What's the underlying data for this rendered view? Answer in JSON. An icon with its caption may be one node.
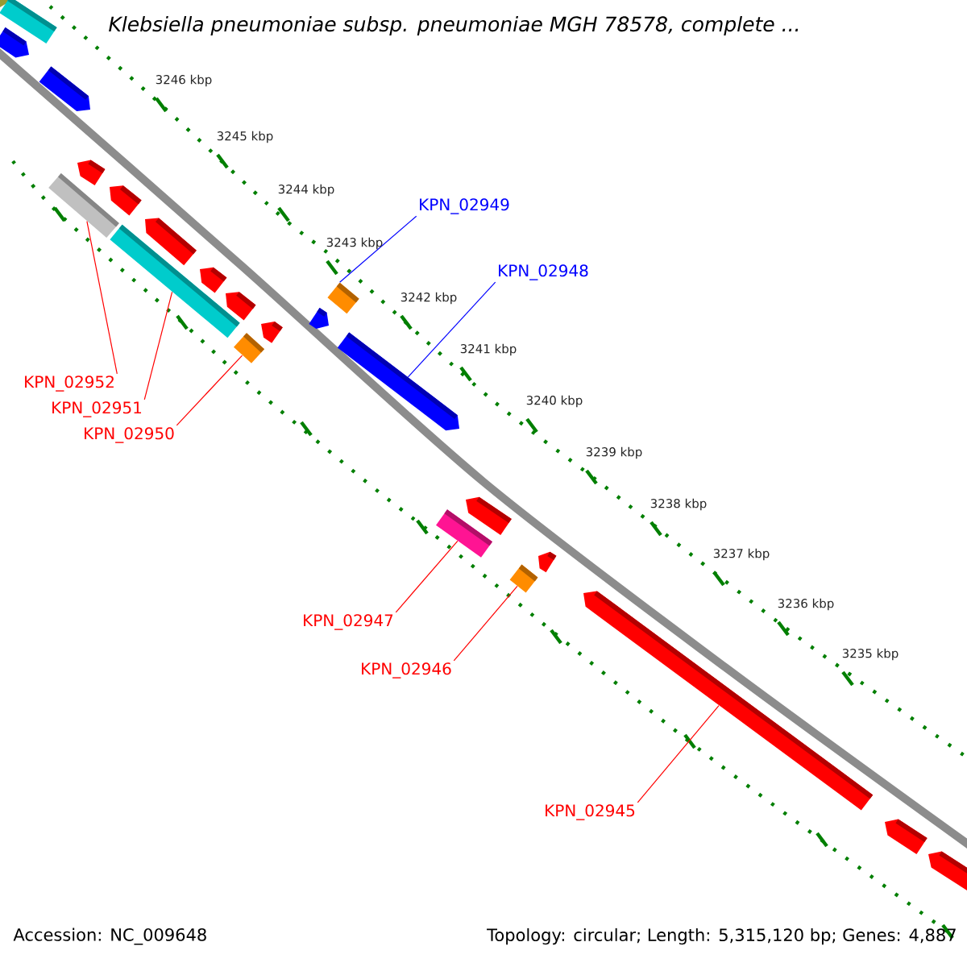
{
  "diagram": {
    "title": "Klebsiella pneumoniae subsp. pneumoniae MGH 78578, complete ...",
    "nodes": [
      {
        "text": [
          "KPN_02949"
        ]
      },
      {
        "text": [
          "KPN_02948"
        ]
      },
      {
        "text": [
          "KPN_02952"
        ]
      },
      {
        "text": [
          "KPN_02951"
        ]
      },
      {
        "text": [
          "KPN_02950"
        ]
      },
      {
        "text": [
          "KPN_02947"
        ]
      },
      {
        "text": [
          "KPN_02946"
        ]
      },
      {
        "text": [
          "KPN_02945"
        ]
      },
      {
        "text": [],
        "shape": "bar"
      },
      {
        "text": [],
        "shape": "bar"
      },
      {
        "text": [],
        "shape": "bar"
      },
      {
        "text": [],
        "shape": "bar"
      },
      {
        "text": [],
        "shape": "bar"
      },
      {
        "text": [],
        "shape": "bar"
      },
      {
        "text": [],
        "shape": "bar"
      },
      {
        "text": [],
        "shape": "bar"
      }
    ],
    "edges": [
      {
        "from": 0,
        "to": 11,
        "arrow": "none",
        "color": "#0000ff"
      },
      {
        "from": 1,
        "to": 12,
        "arrow": "none",
        "color": "#0000ff"
      },
      {
        "from": 2,
        "to": 8,
        "arrow": "none"
      },
      {
        "from": 3,
        "to": 9,
        "arrow": "none"
      },
      {
        "from": 4,
        "to": 10,
        "arrow": "none"
      },
      {
        "from": 5,
        "to": 13,
        "arrow": "none"
      },
      {
        "from": 6,
        "to": 14,
        "arrow": "none"
      },
      {
        "from": 7,
        "to": 15,
        "arrow": "none"
      }
    ],
    "labels": [
      "3246 kbp",
      "3245 kbp",
      "3244 kbp",
      "3243 kbp",
      "3242 kbp",
      "3241 kbp",
      "3240 kbp",
      "3239 kbp",
      "3238 kbp",
      "3237 kbp",
      "3236 kbp",
      "3235 kbp",
      "Accession: NC_009648",
      "Topology: circular; Length: 5,315,120 bp; Genes: 4,887"
    ]
  }
}
